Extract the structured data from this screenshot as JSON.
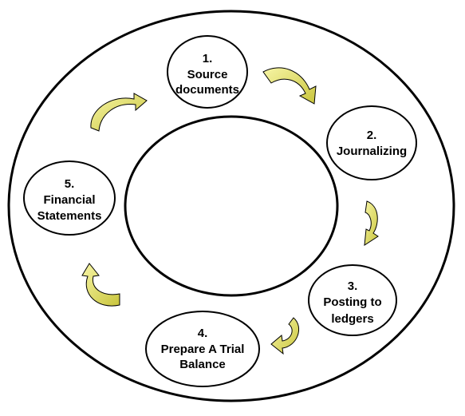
{
  "steps": [
    {
      "number": "1.",
      "lines": [
        "Source",
        "documents"
      ]
    },
    {
      "number": "2.",
      "lines": [
        "Journalizing"
      ]
    },
    {
      "number": "3.",
      "lines": [
        "Posting to",
        "ledgers"
      ]
    },
    {
      "number": "4.",
      "lines": [
        "Prepare A Trial",
        "Balance"
      ]
    },
    {
      "number": "5.",
      "lines": [
        "Financial",
        "Statements"
      ]
    }
  ],
  "colors": {
    "arrow_fill": "#f2f08a",
    "arrow_shade": "#c8c43a",
    "stroke": "#000000",
    "background": "#ffffff"
  }
}
